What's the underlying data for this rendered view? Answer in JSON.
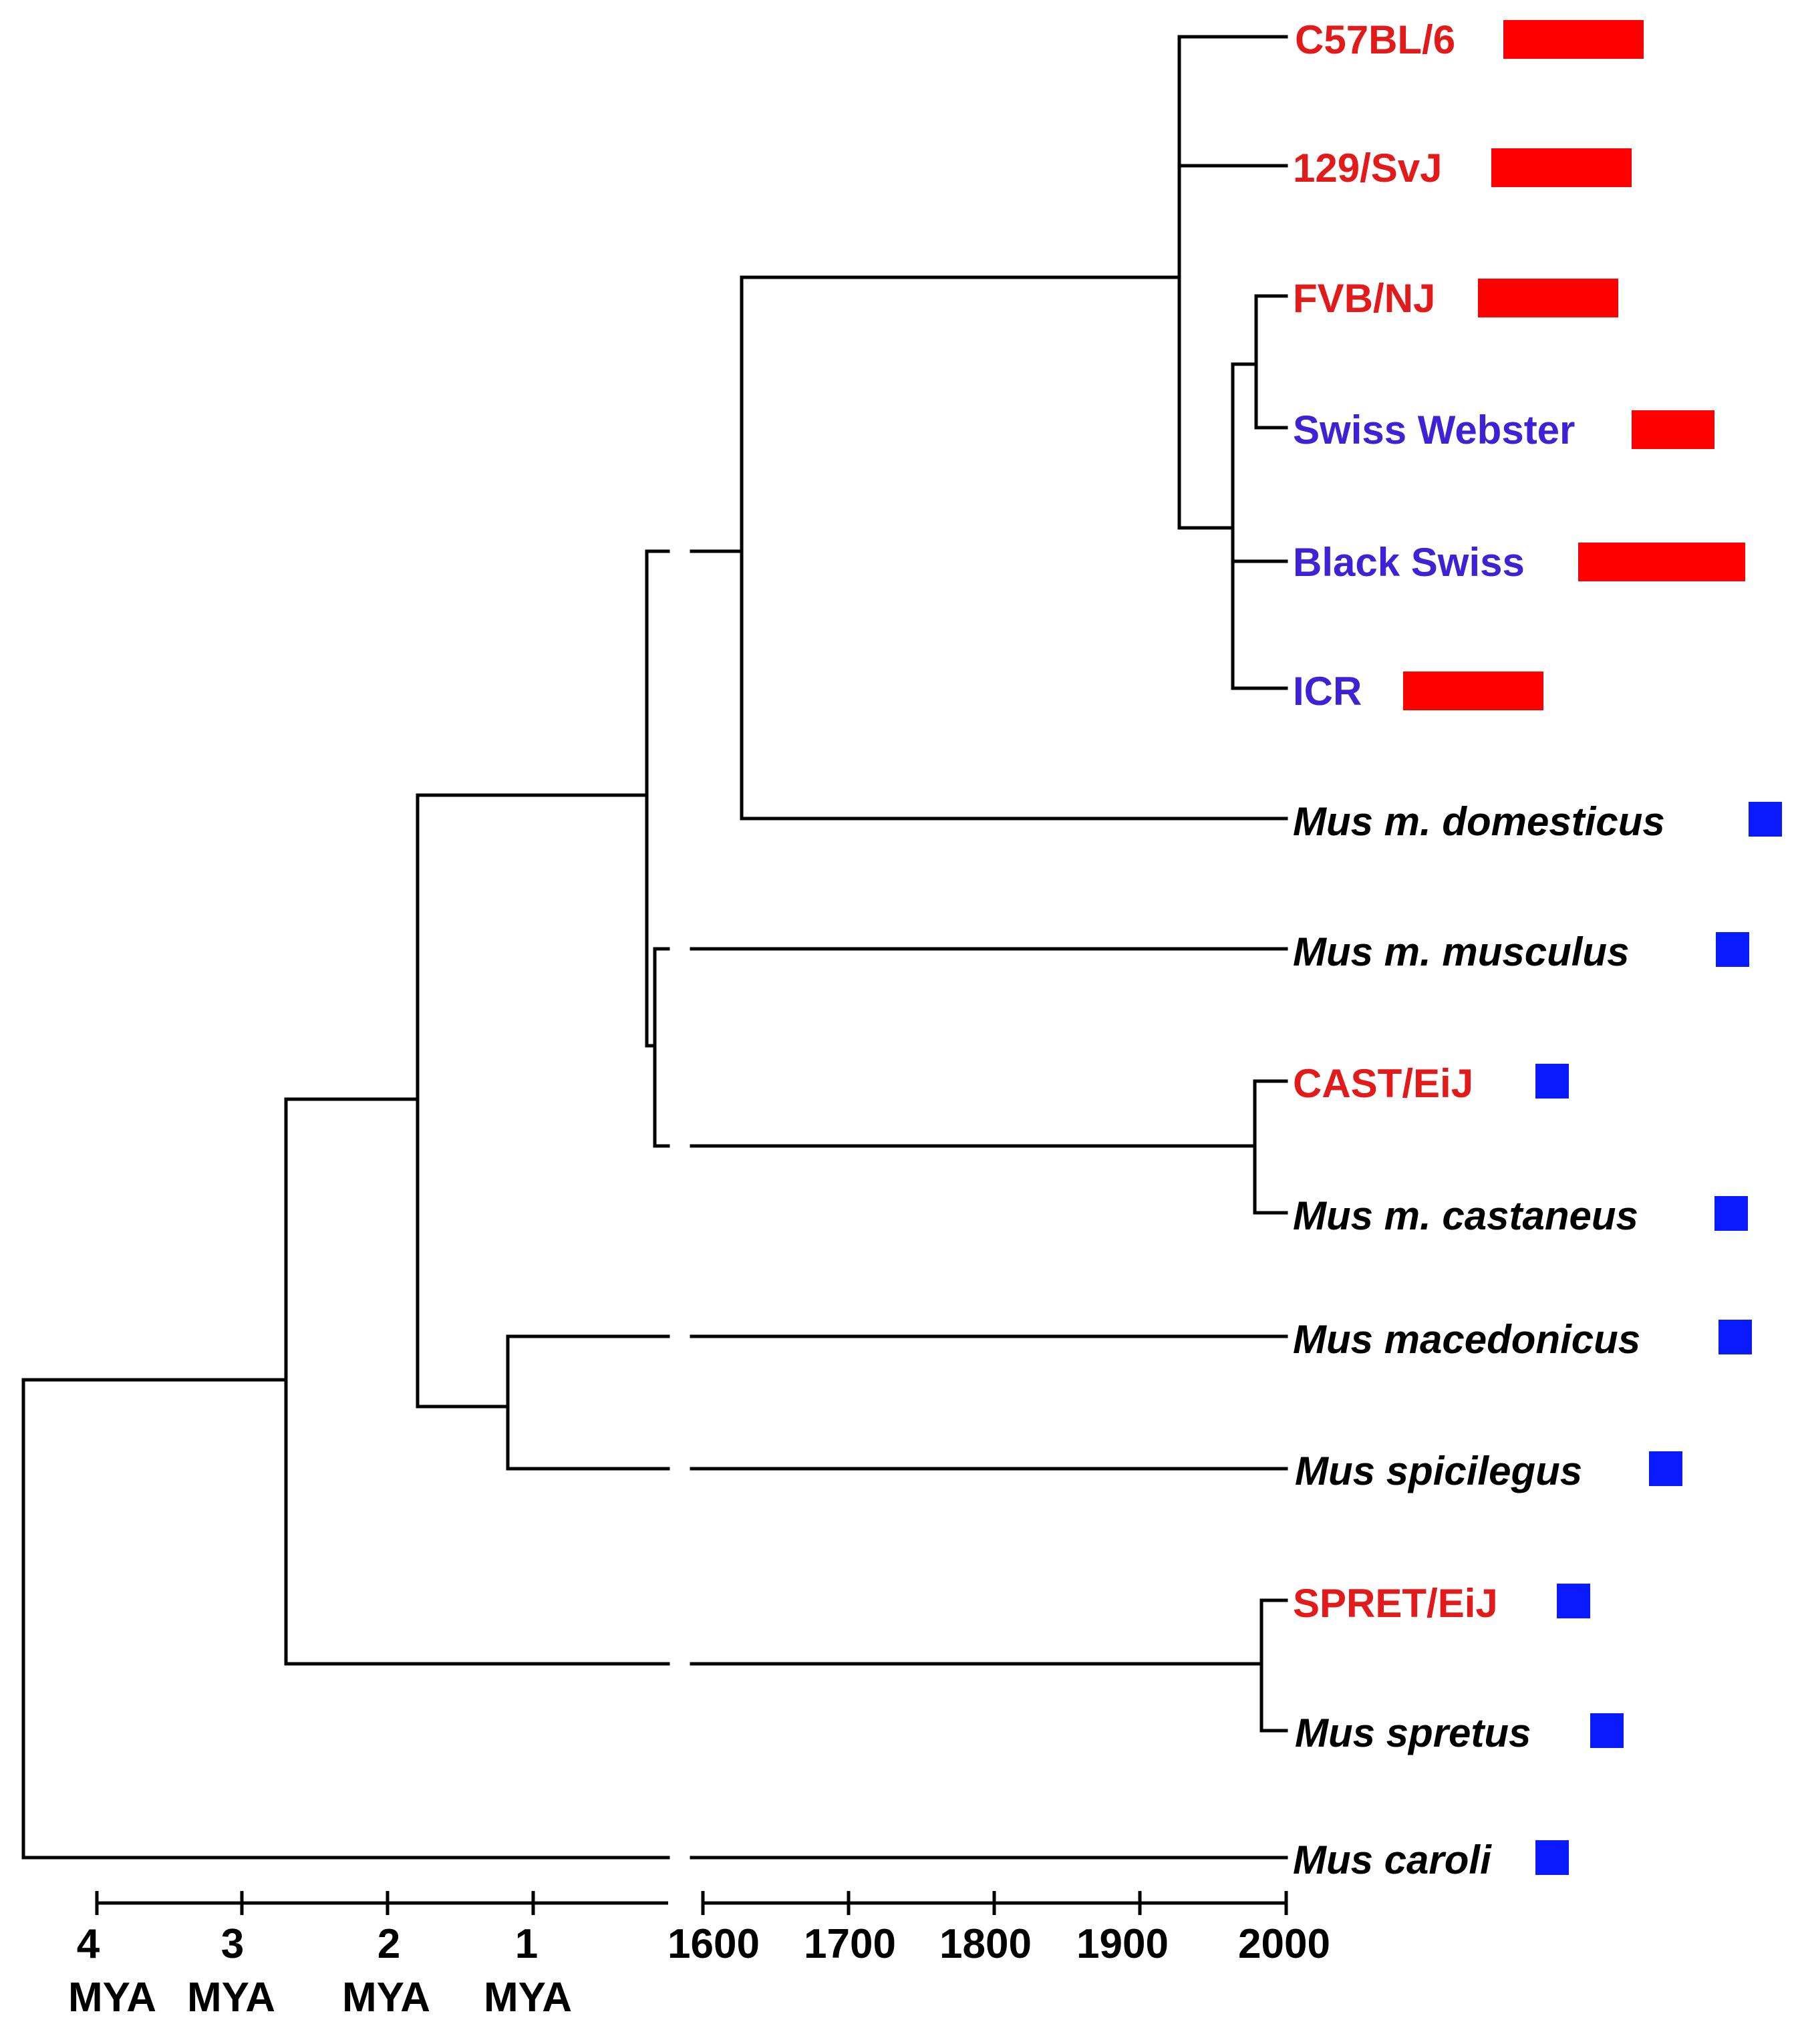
{
  "colors": {
    "line": "#000000",
    "lab_strain": "#e21a1a",
    "outbred": "#3e23d6",
    "wild": "#000000",
    "bar_red": "#ff0000",
    "bar_blue": "#0a1aff"
  },
  "axis": {
    "mya_ticks": [
      {
        "value": "4",
        "unit": "MYA"
      },
      {
        "value": "3",
        "unit": "MYA"
      },
      {
        "value": "2",
        "unit": "MYA"
      },
      {
        "value": "1",
        "unit": "MYA"
      }
    ],
    "year_ticks": [
      "1600",
      "1700",
      "1800",
      "1900",
      "2000"
    ]
  },
  "taxa": [
    {
      "id": "c57",
      "label": "C57BL/6",
      "group": "lab_strain",
      "italic": false,
      "marker": "bar_red"
    },
    {
      "id": "129",
      "label": "129/SvJ",
      "group": "lab_strain",
      "italic": false,
      "marker": "bar_red"
    },
    {
      "id": "fvb",
      "label": "FVB/NJ",
      "group": "lab_strain",
      "italic": false,
      "marker": "bar_red"
    },
    {
      "id": "swiss",
      "label": "Swiss Webster",
      "group": "outbred",
      "italic": false,
      "marker": "bar_red"
    },
    {
      "id": "black",
      "label": "Black Swiss",
      "group": "outbred",
      "italic": false,
      "marker": "bar_red"
    },
    {
      "id": "icr",
      "label": "ICR",
      "group": "outbred",
      "italic": false,
      "marker": "bar_red"
    },
    {
      "id": "dom",
      "label": "Mus m. domesticus",
      "group": "wild",
      "italic": true,
      "marker": "square_blue"
    },
    {
      "id": "mus",
      "label": "Mus m. musculus",
      "group": "wild",
      "italic": true,
      "marker": "square_blue"
    },
    {
      "id": "cast",
      "label": "CAST/EiJ",
      "group": "lab_strain",
      "italic": false,
      "marker": "square_blue"
    },
    {
      "id": "castaneus",
      "label": "Mus m. castaneus",
      "group": "wild",
      "italic": true,
      "marker": "square_blue"
    },
    {
      "id": "mac",
      "label": "Mus macedonicus",
      "group": "wild",
      "italic": true,
      "marker": "square_blue"
    },
    {
      "id": "spic",
      "label": "Mus spicilegus",
      "group": "wild",
      "italic": true,
      "marker": "square_blue"
    },
    {
      "id": "spret",
      "label": "SPRET/EiJ",
      "group": "lab_strain",
      "italic": false,
      "marker": "square_blue"
    },
    {
      "id": "spretus",
      "label": "Mus spretus",
      "group": "wild",
      "italic": true,
      "marker": "square_blue"
    },
    {
      "id": "caroli",
      "label": "Mus caroli",
      "group": "wild",
      "italic": true,
      "marker": "square_blue"
    }
  ]
}
